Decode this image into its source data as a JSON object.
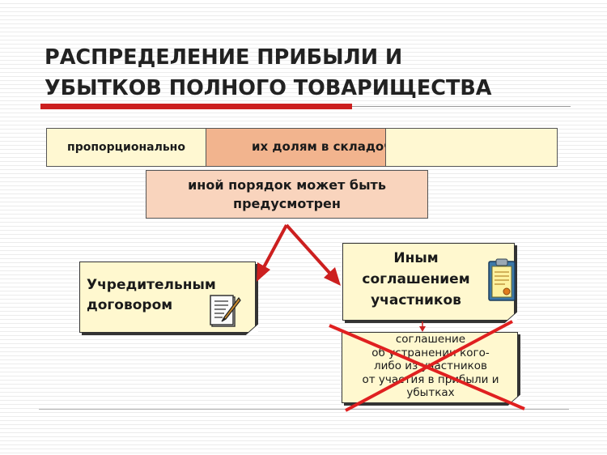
{
  "title": {
    "line1": "РАСПРЕДЕЛЕНИЕ ПРИБЫЛИ И",
    "line2": "УБЫТКОВ ПОЛНОГО ТОВАРИЩЕСТВА"
  },
  "top_row": {
    "left": "пропорционально",
    "middle": "их долям в складочном капитале"
  },
  "other_order": {
    "line1": "иной порядок может быть",
    "line2": "предусмотрен"
  },
  "founding_doc": {
    "line1": "Учредительным",
    "line2": "договором"
  },
  "agreement": {
    "line1": "Иным",
    "line2": "соглашением",
    "line3": "участников"
  },
  "excluded": {
    "line1": "соглашение",
    "line2": "об устранении кого-",
    "line3": "либо из участников",
    "line4": "от  участия в прибыли и",
    "line5": "убытках"
  },
  "icons": {
    "document_pen": "document-pen-icon",
    "clipboard": "clipboard-icon",
    "cross": "cross-out-mark"
  },
  "colors": {
    "accent_red": "#cc1f1f",
    "box_yellow": "#fff8d2",
    "box_orange": "#f2b48e",
    "box_peach": "#f9d4bd"
  }
}
